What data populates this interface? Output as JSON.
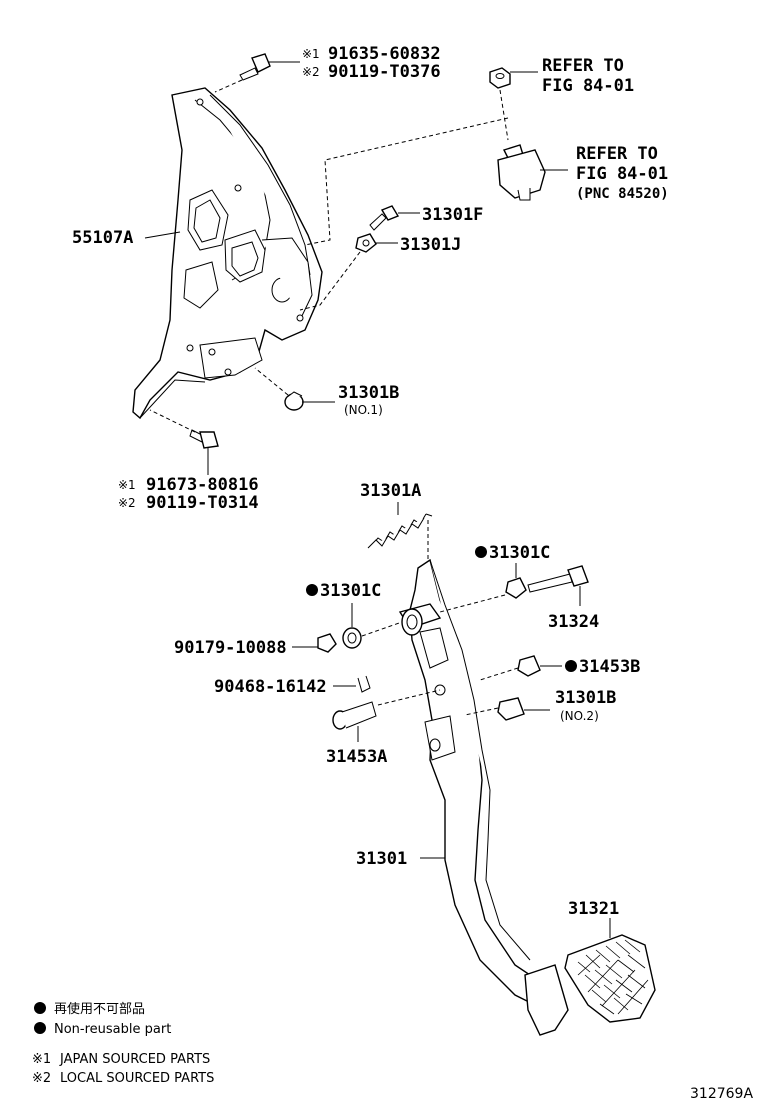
{
  "labels": {
    "bolt_top": {
      "marks": [
        "※1",
        "※2"
      ],
      "numbers": [
        "91635-60832",
        "90119-T0376"
      ]
    },
    "refer_nut": [
      "REFER TO",
      "FIG 84-01"
    ],
    "refer_switch": [
      "REFER TO",
      "FIG 84-01",
      "(PNC 84520)"
    ],
    "bracket": "55107A",
    "p31301F": "31301F",
    "p31301J": "31301J",
    "p31301B_no1": {
      "part": "31301B",
      "note": "(NO.1)"
    },
    "bolt_bottom": {
      "marks": [
        "※1",
        "※2"
      ],
      "numbers": [
        "91673-80816",
        "90119-T0314"
      ]
    },
    "spring": "31301A",
    "bush_left": "31301C",
    "bush_right": "31301C",
    "bolt_31324": "31324",
    "nut_90179": "90179-10088",
    "clip_90468": "90468-16142",
    "pin_31453A": "31453A",
    "bush_31453B": "31453B",
    "stopper_no2": {
      "part": "31301B",
      "note": "(NO.2)"
    },
    "pedal_arm": "31301",
    "pedal_pad": "31321"
  },
  "legend": {
    "nonreusable_jp": "再使用不可部品",
    "nonreusable_en": "Non-reusable part",
    "japan": {
      "mark": "※1",
      "text": "JAPAN SOURCED PARTS"
    },
    "local": {
      "mark": "※2",
      "text": "LOCAL SOURCED PARTS"
    }
  },
  "figure_id": "312769A"
}
